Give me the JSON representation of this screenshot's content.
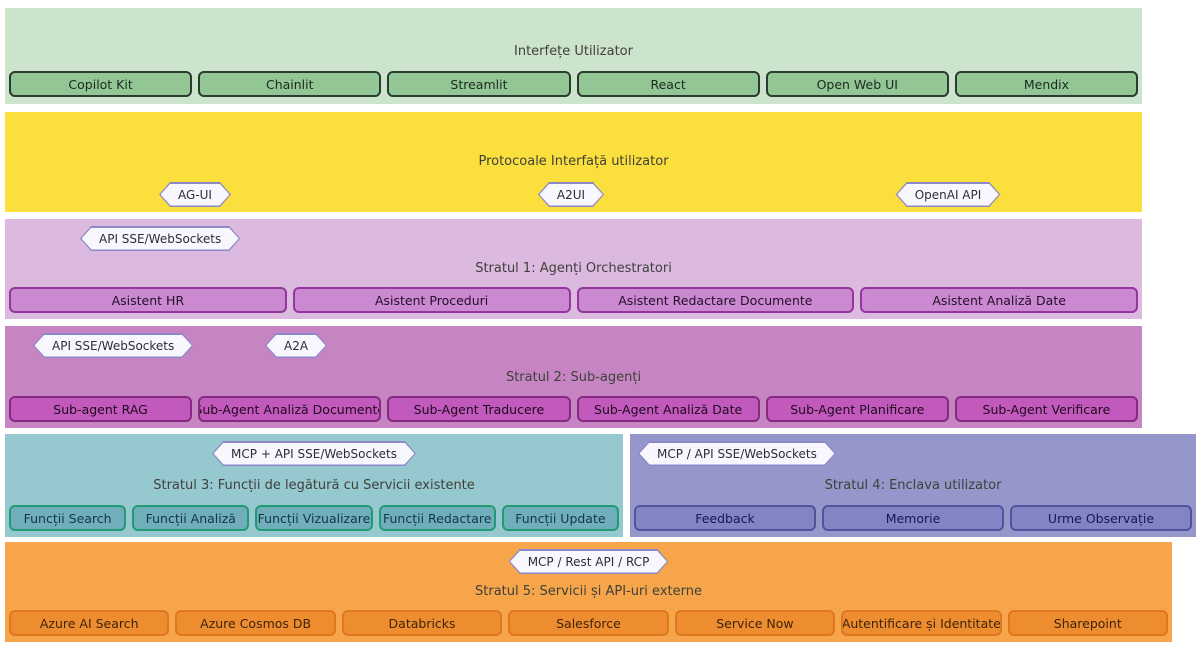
{
  "diagram": {
    "badge_style": {
      "fill": "#f8f7fe",
      "border": "#8d89c6",
      "text_color": "#2c2c3c"
    },
    "layers": [
      {
        "title": "Interfețe Utilizator",
        "band_color": "#cbe4cb",
        "box_fill": "#92c795",
        "box_border": "#2d3a31",
        "badges": [],
        "boxes": [
          "Copilot Kit",
          "Chainlit",
          "Streamlit",
          "React",
          "Open Web UI",
          "Mendix"
        ]
      },
      {
        "title": "Protocoale Interfață utilizator",
        "band_color": "#fbdf3c",
        "badges": [
          {
            "label": "AG-UI"
          },
          {
            "label": "A2UI"
          },
          {
            "label": "OpenAI API"
          }
        ],
        "boxes": []
      },
      {
        "title": "Stratul 1: Agenți Orchestratori",
        "band_color": "#dcbadf",
        "box_fill": "#ca89d0",
        "box_border": "#94369d",
        "badges": [
          {
            "label": "API SSE/WebSockets"
          }
        ],
        "boxes": [
          "Asistent HR",
          "Asistent Proceduri",
          "Asistent Redactare Documente",
          "Asistent Analiză Date"
        ]
      },
      {
        "title": "Stratul 2: Sub-agenți",
        "band_color": "#c685c2",
        "box_fill": "#c259bc",
        "box_border": "#852a81",
        "badges": [
          {
            "label": "API SSE/WebSockets"
          },
          {
            "label": "A2A"
          }
        ],
        "boxes": [
          "Sub-agent RAG",
          "Sub-Agent Analiză Documente",
          "Sub-Agent Traducere",
          "Sub-Agent Analiză Date",
          "Sub-Agent Planificare",
          "Sub-Agent Verificare"
        ]
      },
      {
        "title": "Stratul 3: Funcții de legătură cu Servicii existente",
        "band_color": "#96c8cf",
        "box_fill": "#70aebc",
        "box_border": "#209b73",
        "badges": [
          {
            "label": "MCP + API SSE/WebSockets"
          }
        ],
        "boxes": [
          "Funcții Search",
          "Funcții Analiză",
          "Funcții Vizualizare",
          "Funcții Redactare",
          "Funcții Update"
        ]
      },
      {
        "title": "Stratul 4: Enclava utilizator",
        "band_color": "#9597cb",
        "box_fill": "#8285c4",
        "box_border": "#51539f",
        "badges": [
          {
            "label": "MCP / API SSE/WebSockets"
          }
        ],
        "boxes": [
          "Feedback",
          "Memorie",
          "Urme Observație"
        ]
      },
      {
        "title": "Stratul 5: Servicii și API-uri externe",
        "band_color": "#f7a54a",
        "box_fill": "#ee8c30",
        "box_border": "#e0771e",
        "badges": [
          {
            "label": "MCP / Rest API / RCP"
          }
        ],
        "boxes": [
          "Azure AI Search",
          "Azure Cosmos DB",
          "Databricks",
          "Salesforce",
          "Service Now",
          "Autentificare și Identitate",
          "Sharepoint"
        ]
      }
    ]
  }
}
